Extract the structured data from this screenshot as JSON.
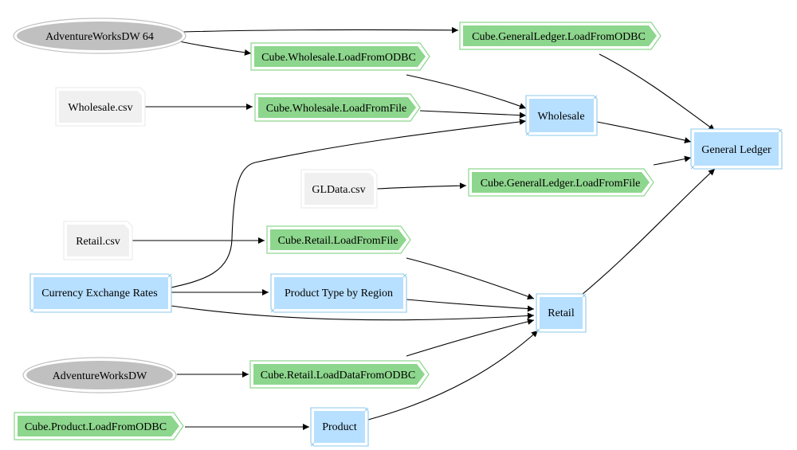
{
  "colors": {
    "cube": "#b7dfff",
    "cube_border": "#8ec8ec",
    "process": "#8dd68d",
    "process_border": "#8dd68d",
    "file": "#f0f0f0",
    "source": "#c0c0c0",
    "edge": "#000000"
  },
  "nodes": {
    "adventureworksdw64": {
      "label": "AdventureWorksDW 64",
      "kind": "source-ellipse"
    },
    "adventureworksdw": {
      "label": "AdventureWorksDW",
      "kind": "source-ellipse"
    },
    "wholesale_csv": {
      "label": "Wholesale.csv",
      "kind": "file"
    },
    "gldata_csv": {
      "label": "GLData.csv",
      "kind": "file"
    },
    "retail_csv": {
      "label": "Retail.csv",
      "kind": "file"
    },
    "cube_gl_load_odbc": {
      "label": "Cube.GeneralLedger.LoadFromODBC",
      "kind": "process"
    },
    "cube_wholesale_load_odbc": {
      "label": "Cube.Wholesale.LoadFromODBC",
      "kind": "process"
    },
    "cube_wholesale_load_file": {
      "label": "Cube.Wholesale.LoadFromFile",
      "kind": "process"
    },
    "cube_gl_load_file": {
      "label": "Cube.GeneralLedger.LoadFromFile",
      "kind": "process"
    },
    "cube_retail_load_file": {
      "label": "Cube.Retail.LoadFromFile",
      "kind": "process"
    },
    "cube_retail_load_data_odbc": {
      "label": "Cube.Retail.LoadDataFromODBC",
      "kind": "process"
    },
    "cube_product_load_odbc": {
      "label": "Cube.Product.LoadFromODBC",
      "kind": "process"
    },
    "wholesale": {
      "label": "Wholesale",
      "kind": "cube"
    },
    "general_ledger": {
      "label": "General Ledger",
      "kind": "cube"
    },
    "currency_exchange_rates": {
      "label": "Currency Exchange Rates",
      "kind": "cube"
    },
    "product_type_by_region": {
      "label": "Product Type by Region",
      "kind": "cube"
    },
    "retail": {
      "label": "Retail",
      "kind": "cube"
    },
    "product": {
      "label": "Product",
      "kind": "cube"
    }
  },
  "edges": [
    {
      "from": "adventureworksdw64",
      "to": "cube_gl_load_odbc"
    },
    {
      "from": "adventureworksdw64",
      "to": "cube_wholesale_load_odbc"
    },
    {
      "from": "cube_gl_load_odbc",
      "to": "general_ledger"
    },
    {
      "from": "cube_wholesale_load_odbc",
      "to": "wholesale"
    },
    {
      "from": "wholesale_csv",
      "to": "cube_wholesale_load_file"
    },
    {
      "from": "cube_wholesale_load_file",
      "to": "wholesale"
    },
    {
      "from": "wholesale",
      "to": "general_ledger"
    },
    {
      "from": "currency_exchange_rates",
      "to": "wholesale"
    },
    {
      "from": "gldata_csv",
      "to": "cube_gl_load_file"
    },
    {
      "from": "cube_gl_load_file",
      "to": "general_ledger"
    },
    {
      "from": "retail_csv",
      "to": "cube_retail_load_file"
    },
    {
      "from": "cube_retail_load_file",
      "to": "retail"
    },
    {
      "from": "currency_exchange_rates",
      "to": "product_type_by_region"
    },
    {
      "from": "product_type_by_region",
      "to": "retail"
    },
    {
      "from": "currency_exchange_rates",
      "to": "retail"
    },
    {
      "from": "retail",
      "to": "general_ledger"
    },
    {
      "from": "adventureworksdw",
      "to": "cube_retail_load_data_odbc"
    },
    {
      "from": "cube_retail_load_data_odbc",
      "to": "retail"
    },
    {
      "from": "cube_product_load_odbc",
      "to": "product"
    },
    {
      "from": "product",
      "to": "retail"
    }
  ]
}
